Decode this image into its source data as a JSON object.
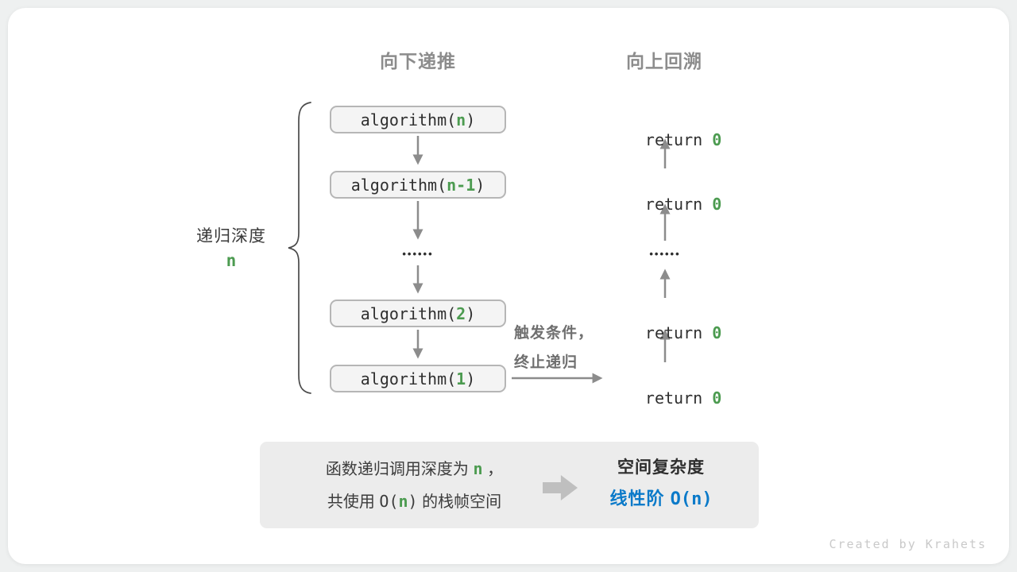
{
  "colors": {
    "accent_green": "#4c9b50",
    "accent_blue": "#0b7ac9",
    "arrow_gray": "#8c8c8c",
    "box_fill": "#f4f4f4",
    "box_border": "#b6b6b6",
    "summary_bg": "#ececec"
  },
  "headers": {
    "recurse_down": "向下递推",
    "backtrack_up": "向上回溯"
  },
  "depth": {
    "label": "递归深度",
    "value": "n"
  },
  "calls": [
    {
      "fn": "algorithm(",
      "arg": "n",
      "close": ")"
    },
    {
      "fn": "algorithm(",
      "arg": "n-1",
      "close": ")"
    },
    {
      "fn": "algorithm(",
      "arg": "2",
      "close": ")"
    },
    {
      "fn": "algorithm(",
      "arg": "1",
      "close": ")"
    }
  ],
  "returns": [
    {
      "kw": "return ",
      "val": "0"
    },
    {
      "kw": "return ",
      "val": "0"
    },
    {
      "kw": "return ",
      "val": "0"
    },
    {
      "kw": "return ",
      "val": "0"
    }
  ],
  "ellipsis": "••••••",
  "annotation": {
    "line1": "触发条件，",
    "line2": "终止递归"
  },
  "summary": {
    "line1": {
      "pre": "函数递归调用深度为 ",
      "var": "n",
      "post": " ，"
    },
    "line2": {
      "pre": "共使用 ",
      "o_open": "O(",
      "var": "n",
      "o_close": ")",
      "post": " 的栈帧空间"
    },
    "title": "空间复杂度",
    "result": {
      "label": "线性阶 ",
      "o_open": "O(",
      "var": "n",
      "o_close": ")"
    }
  },
  "watermark": "Created by Krahets"
}
